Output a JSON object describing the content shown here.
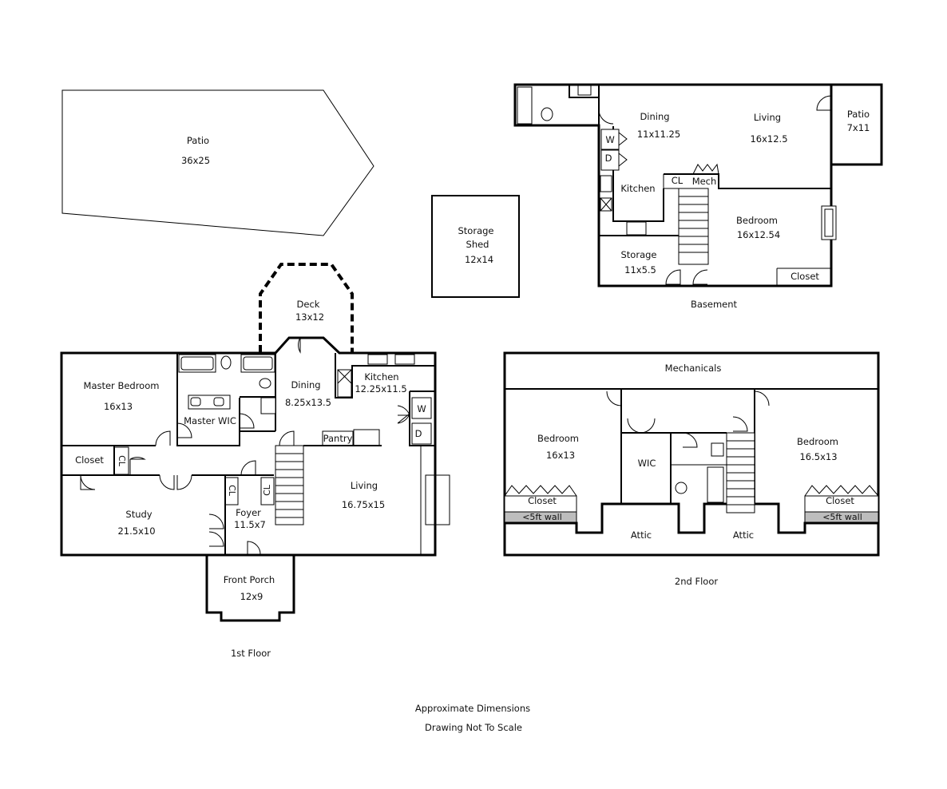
{
  "notes": {
    "line1": "Approximate Dimensions",
    "line2": "Drawing Not To Scale"
  },
  "floors": {
    "first": {
      "title": "1st Floor",
      "patio": {
        "name": "Patio",
        "dims": "36x25"
      },
      "deck": {
        "name": "Deck",
        "dims": "13x12"
      },
      "master_bedroom": {
        "name": "Master Bedroom",
        "dims": "16x13"
      },
      "master_wic": {
        "name": "Master WIC"
      },
      "dining": {
        "name": "Dining",
        "dims": "8.25x13.5"
      },
      "kitchen": {
        "name": "Kitchen",
        "dims": "12.25x11.5"
      },
      "pantry": {
        "name": "Pantry"
      },
      "washer": "W",
      "dryer": "D",
      "closet": {
        "name": "Closet"
      },
      "cl": "CL",
      "study": {
        "name": "Study",
        "dims": "21.5x10"
      },
      "foyer": {
        "name": "Foyer",
        "dims": "11.5x7"
      },
      "living": {
        "name": "Living",
        "dims": "16.75x15"
      },
      "front_porch": {
        "name": "Front Porch",
        "dims": "12x9"
      }
    },
    "storage_shed": {
      "line1": "Storage",
      "line2": "Shed",
      "dims": "12x14"
    },
    "basement": {
      "title": "Basement",
      "dining": {
        "name": "Dining",
        "dims": "11x11.25"
      },
      "living": {
        "name": "Living",
        "dims": "16x12.5"
      },
      "patio": {
        "name": "Patio",
        "dims": "7x11"
      },
      "washer": "W",
      "dryer": "D",
      "kitchen": {
        "name": "Kitchen"
      },
      "cl": "CL",
      "mech": "Mech",
      "bedroom": {
        "name": "Bedroom",
        "dims": "16x12.54"
      },
      "storage": {
        "name": "Storage",
        "dims": "11x5.5"
      },
      "closet": {
        "name": "Closet"
      }
    },
    "second": {
      "title": "2nd Floor",
      "mechanicals": {
        "name": "Mechanicals"
      },
      "bedroom_left": {
        "name": "Bedroom",
        "dims": "16x13"
      },
      "wic": {
        "name": "WIC"
      },
      "bedroom_right": {
        "name": "Bedroom",
        "dims": "16.5x13"
      },
      "closet_left": {
        "name": "Closet"
      },
      "closet_right": {
        "name": "Closet"
      },
      "wall_note_left": "<5ft wall",
      "wall_note_right": "<5ft wall",
      "attic_left": {
        "name": "Attic"
      },
      "attic_right": {
        "name": "Attic"
      }
    }
  }
}
